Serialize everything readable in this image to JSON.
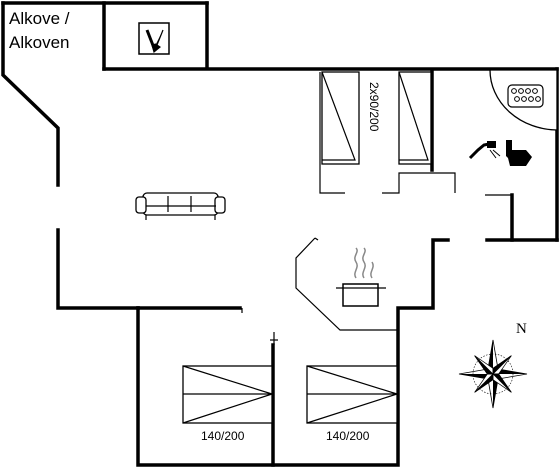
{
  "floorplan": {
    "labels": {
      "alcove_line1": "Alkove /",
      "alcove_line2": "Alkoven",
      "bunk_bed": "2x90/200",
      "bed_left": "140/200",
      "bed_right": "140/200",
      "compass_north": "N"
    },
    "icons": [
      "storage-icon",
      "sofa-icon",
      "kitchen-pot-icon",
      "shower-icon",
      "toilet-icon",
      "whirlpool-icon",
      "compass-rose-icon"
    ]
  }
}
